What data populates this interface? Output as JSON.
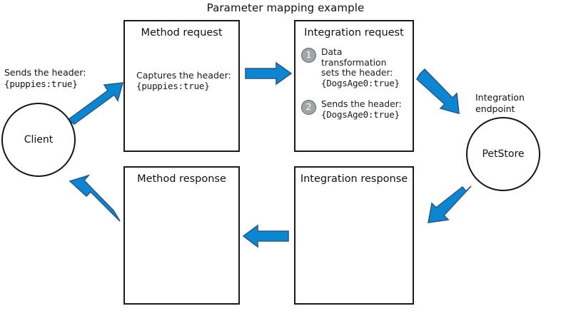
{
  "diagram": {
    "title": "Parameter mapping example",
    "type": "flow-diagram",
    "accent_color": "#0d86d1",
    "arrow_outline_color": "#2d5a86",
    "badge_color": "#a0a5a8",
    "stroke_color": "#151515"
  },
  "client": {
    "label": "Client",
    "caption_line1": "Sends the header:",
    "caption_code": "{puppies:true}"
  },
  "method_request": {
    "title": "Method request",
    "body_line1": "Captures the header:",
    "body_code": "{puppies:true}"
  },
  "integration_request": {
    "title": "Integration request",
    "steps": [
      {
        "number": "1",
        "line1": "Data transformation",
        "line2": "sets the header:",
        "code": "{DogsAge0:true}"
      },
      {
        "number": "2",
        "line1": "Sends the header:",
        "code": "{DogsAge0:true}"
      }
    ]
  },
  "integration_endpoint": {
    "caption_line1": "Integration",
    "caption_line2": "endpoint",
    "label": "PetStore"
  },
  "integration_response": {
    "title": "Integration response"
  },
  "method_response": {
    "title": "Method response"
  },
  "arrows": [
    {
      "name": "client-to-method-request",
      "direction": "up-right"
    },
    {
      "name": "method-request-to-integration-request",
      "direction": "right"
    },
    {
      "name": "integration-request-to-endpoint",
      "direction": "down-right"
    },
    {
      "name": "endpoint-to-integration-response",
      "direction": "down-left"
    },
    {
      "name": "integration-response-to-method-response",
      "direction": "left"
    },
    {
      "name": "method-response-to-client",
      "direction": "up-left"
    }
  ]
}
